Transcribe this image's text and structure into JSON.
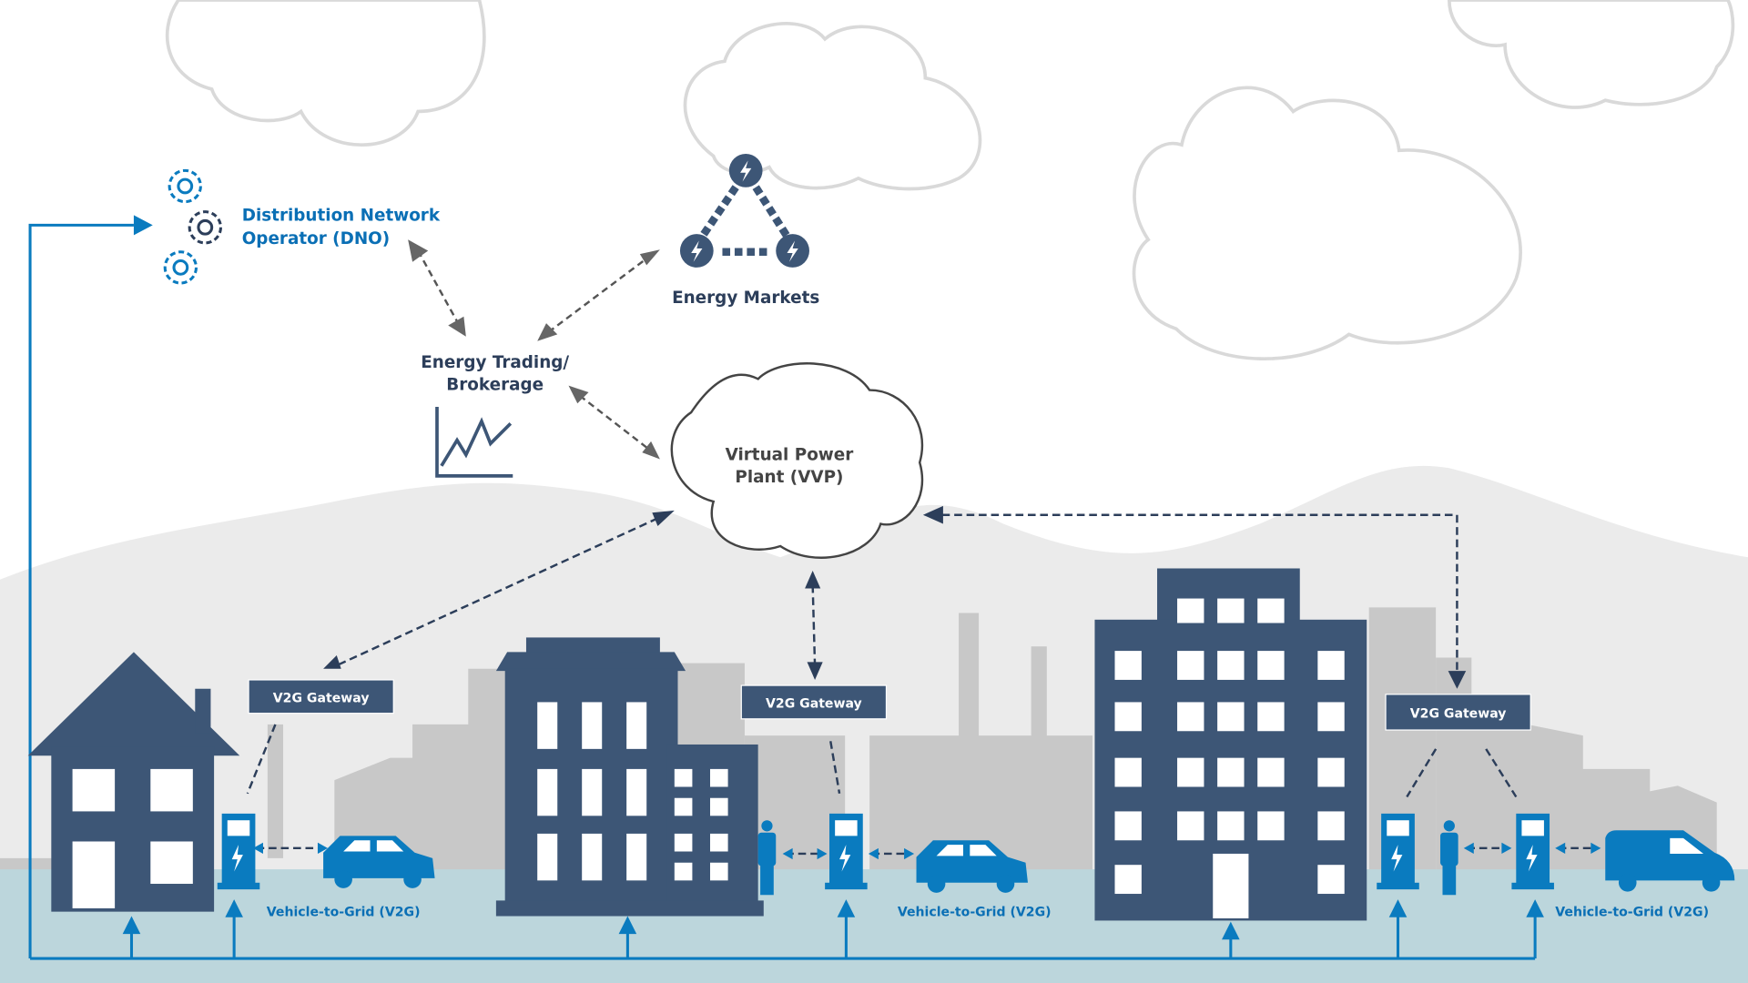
{
  "colors": {
    "navy": "#3d5676",
    "blue": "#0a7bbf",
    "ground": "#bcd6dc",
    "mountain": "#ebebeb",
    "city": "#c8c8c8",
    "arrow_grey": "#5a5a5a"
  },
  "nodes": {
    "dno": {
      "line1": "Distribution Network",
      "line2": "Operator (DNO)",
      "icon": "gears-icon"
    },
    "markets": {
      "label": "Energy Markets",
      "icon": "lightning-network-icon"
    },
    "trading": {
      "line1": "Energy Trading/",
      "line2": "Brokerage",
      "icon": "line-chart-icon"
    },
    "vpp": {
      "line1": "Virtual Power",
      "line2": "Plant (VVP)",
      "icon": "cloud-icon"
    }
  },
  "gateways": [
    {
      "label": "V2G Gateway"
    },
    {
      "label": "V2G Gateway"
    },
    {
      "label": "V2G Gateway"
    }
  ],
  "v2g_labels": [
    {
      "label": "Vehicle-to-Grid (V2G)"
    },
    {
      "label": "Vehicle-to-Grid (V2G)"
    },
    {
      "label": "Vehicle-to-Grid (V2G)"
    }
  ]
}
